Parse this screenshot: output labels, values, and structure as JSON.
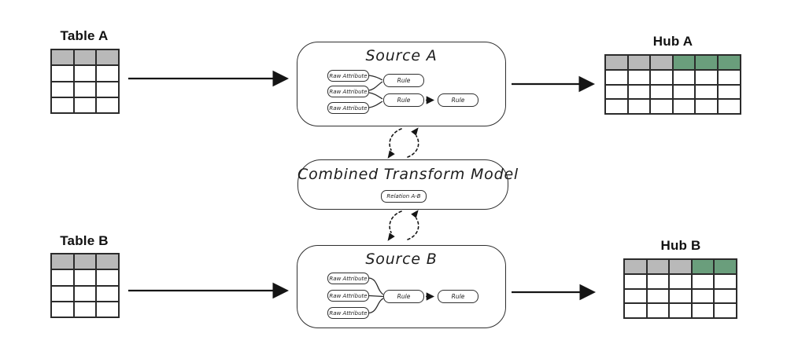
{
  "colors": {
    "header_gray": "#b9b9b9",
    "header_green": "#6a9e7c",
    "border_dark": "#2b2b2b",
    "box_border": "#2f2f2f",
    "line": "#151515"
  },
  "nodes": {
    "table_a": {
      "title": "Table A",
      "columns": 3,
      "body_rows": 3,
      "header_colors": [
        "gray",
        "gray",
        "gray"
      ]
    },
    "hub_a": {
      "title": "Hub A",
      "columns": 6,
      "body_rows": 3,
      "header_colors": [
        "gray",
        "gray",
        "gray",
        "green",
        "green",
        "green"
      ]
    },
    "table_b": {
      "title": "Table B",
      "columns": 3,
      "body_rows": 3,
      "header_colors": [
        "gray",
        "gray",
        "gray"
      ]
    },
    "hub_b": {
      "title": "Hub B",
      "columns": 5,
      "body_rows": 3,
      "header_colors": [
        "gray",
        "gray",
        "gray",
        "green",
        "green"
      ]
    },
    "source_a": {
      "title": "Source A",
      "raw_attributes": [
        "Raw Attribute",
        "Raw Attribute",
        "Raw Attribute"
      ],
      "rules": [
        "Rule",
        "Rule",
        "Rule"
      ]
    },
    "source_b": {
      "title": "Source B",
      "raw_attributes": [
        "Raw Attribute",
        "Raw Attribute",
        "Raw Attribute"
      ],
      "rules": [
        "Rule",
        "Rule"
      ]
    },
    "combined_model": {
      "title": "Combined Transform Model",
      "relation_label": "Relation A-B"
    }
  },
  "edges": {
    "main": [
      {
        "from": "table_a",
        "to": "source_a",
        "style": "solid-arrow"
      },
      {
        "from": "source_a",
        "to": "hub_a",
        "style": "solid-arrow"
      },
      {
        "from": "table_b",
        "to": "source_b",
        "style": "solid-arrow"
      },
      {
        "from": "source_b",
        "to": "hub_b",
        "style": "solid-arrow"
      }
    ],
    "sync": [
      {
        "between": [
          "source_a",
          "combined_model"
        ],
        "style": "dashed-bidirectional-cycle"
      },
      {
        "between": [
          "combined_model",
          "source_b"
        ],
        "style": "dashed-bidirectional-cycle"
      }
    ],
    "source_a_internal": [
      "raw_attribute_1->rule_1",
      "raw_attribute_2->rule_1",
      "raw_attribute_2->rule_2",
      "raw_attribute_3->rule_2",
      "rule_2->rule_3"
    ],
    "source_b_internal": [
      "raw_attribute_1->rule_1",
      "raw_attribute_2->rule_1",
      "raw_attribute_3->rule_1",
      "rule_1->rule_2"
    ]
  }
}
